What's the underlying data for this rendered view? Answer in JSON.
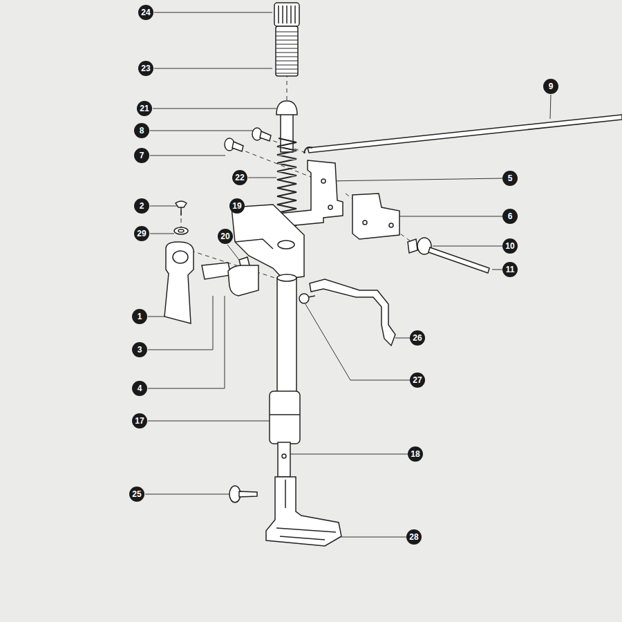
{
  "diagram": {
    "labels": [
      "24",
      "23",
      "21",
      "9",
      "8",
      "7",
      "5",
      "22",
      "2",
      "19",
      "6",
      "29",
      "20",
      "10",
      "11",
      "1",
      "26",
      "3",
      "27",
      "4",
      "17",
      "18",
      "25",
      "28"
    ]
  }
}
